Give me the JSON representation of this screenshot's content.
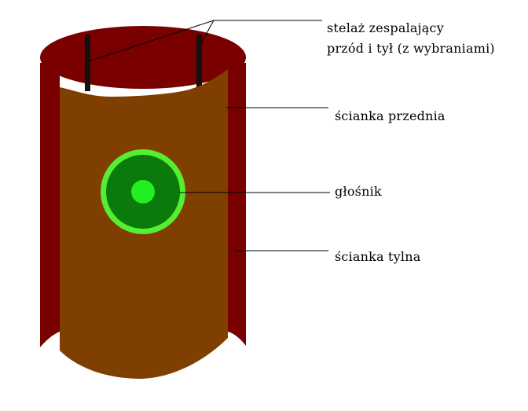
{
  "labels": {
    "frame_line1": "stelaż zespalający",
    "frame_line2": "przód i tył (z wybraniami)",
    "front_wall": "ścianka przednia",
    "speaker": "głośnik",
    "back_wall": "ścianka tylna"
  },
  "colors": {
    "back_wall": "#7a0000",
    "front_wall": "#7f3f00",
    "frame_bar": "#111111",
    "speaker_outer": "#55ee33",
    "speaker_ring": "#0a7a0a",
    "speaker_center": "#22ee22",
    "leader_line": "#000000"
  }
}
